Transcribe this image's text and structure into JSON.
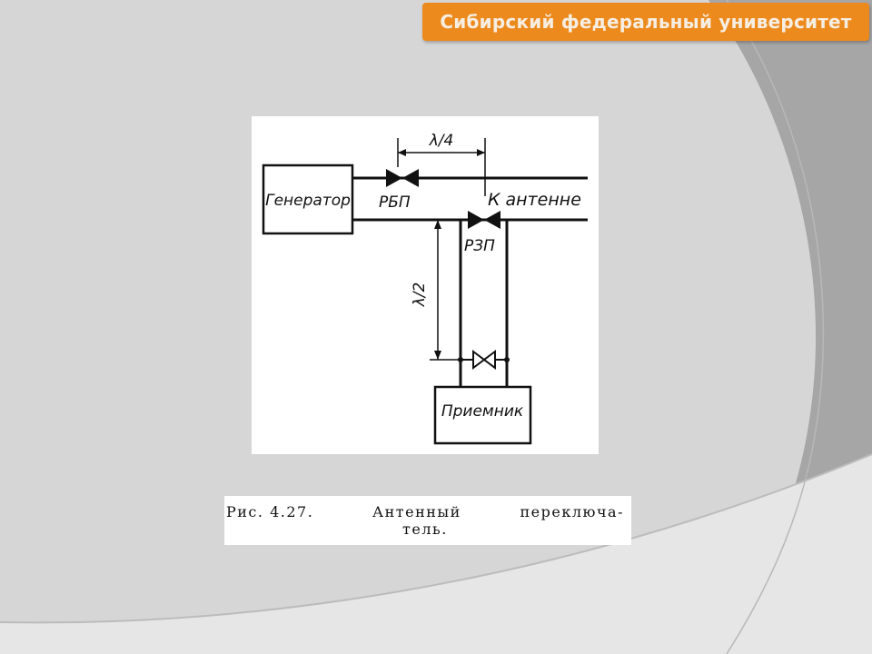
{
  "header": {
    "title": "Сибирский федеральный университет",
    "accent_color": "#ec8a1e"
  },
  "diagram": {
    "generator_label": "Генератор",
    "receiver_label": "Приемник",
    "rbp_label": "РБП",
    "rzp_label": "РЗП",
    "antenna_label": "К антенне",
    "quarter_wave_label": "λ/4",
    "half_wave_label": "λ/2"
  },
  "caption": {
    "figure_number": "Рис. 4.27.",
    "word1": "Антенный",
    "word2": "переключа-",
    "line2": "тель."
  }
}
